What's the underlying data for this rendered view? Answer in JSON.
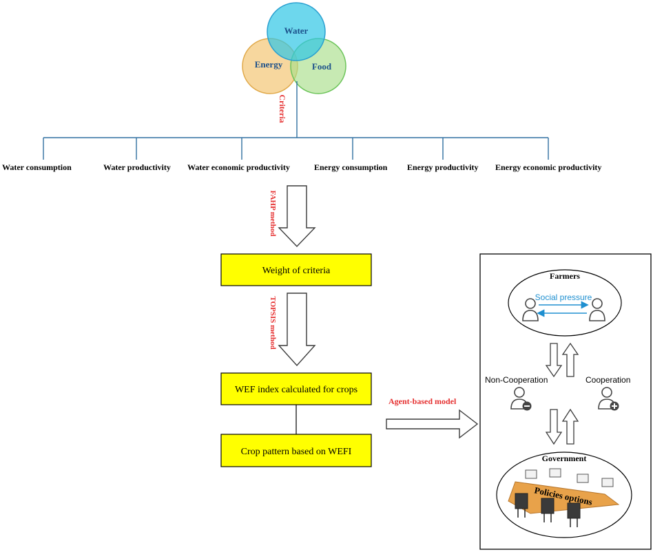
{
  "venn": {
    "water": "Water",
    "energy": "Energy",
    "food": "Food",
    "criteria_label": "Criteria"
  },
  "criteria": [
    "Water consumption",
    "Water productivity",
    "Water economic productivity",
    "Energy consumption",
    "Energy productivity",
    "Energy economic productivity"
  ],
  "methods": {
    "fahp": "FAHP method",
    "topsis": "TOPSIS method",
    "abm": "Agent-based model"
  },
  "boxes": {
    "weight": "Weight of criteria",
    "wef_index": "WEF index calculated for crops",
    "crop_pattern": "Crop pattern based on WEFI"
  },
  "agent_model": {
    "farmers": "Farmers",
    "social_pressure": "Social pressure",
    "non_cooperation": "Non-Cooperation",
    "cooperation": "Cooperation",
    "government": "Government",
    "policies": "Policies options"
  },
  "colors": {
    "water": "#2fc6e6",
    "energy": "#f3c26a",
    "food": "#a9df8a",
    "tree_line": "#2f6fa0",
    "method_red": "#e53030",
    "box_fill": "#ffff00",
    "social_blue": "#1e8fd0",
    "table_orange": "#e8a24a"
  }
}
